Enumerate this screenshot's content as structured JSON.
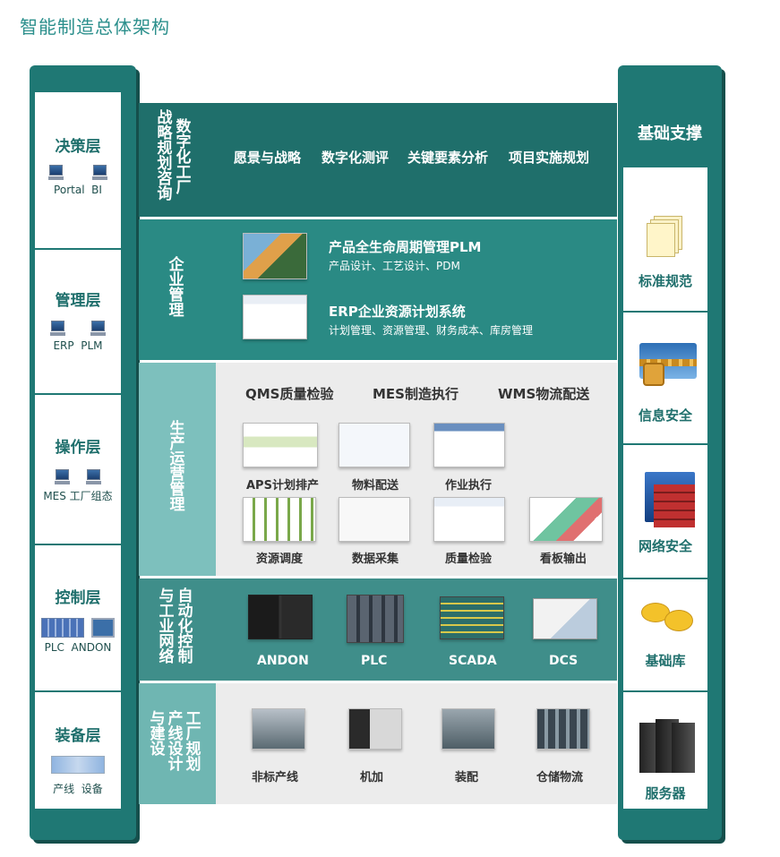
{
  "title": "智能制造总体架构",
  "left_layers": [
    {
      "title": "决策层",
      "sub": "Portal  BI"
    },
    {
      "title": "管理层",
      "sub": "ERP  PLM"
    },
    {
      "title": "操作层",
      "sub": "MES 工厂组态"
    },
    {
      "title": "控制层",
      "sub": "PLC  ANDON"
    },
    {
      "title": "装备层",
      "sub": "产线  设备"
    }
  ],
  "right": {
    "title": "基础支撑",
    "items": [
      "标准规范",
      "信息安全",
      "网络安全",
      "基础库",
      "服务器"
    ]
  },
  "rows": {
    "strategy": {
      "label_col1": "战略规划咨询",
      "label_col2": "数字化工厂",
      "items": [
        "愿景与战略",
        "数字化测评",
        "关键要素分析",
        "项目实施规划"
      ]
    },
    "enterprise": {
      "label": "企业管理",
      "plm_title": "产品全生命周期管理PLM",
      "plm_sub": "产品设计、工艺设计、PDM",
      "erp_title": "ERP企业资源计划系统",
      "erp_sub": "计划管理、资源管理、财务成本、库房管理"
    },
    "production": {
      "label": "生产运营管理",
      "headers": [
        "QMS质量检验",
        "MES制造执行",
        "WMS物流配送"
      ],
      "row1": [
        "APS计划排产",
        "物料配送",
        "作业执行"
      ],
      "row2": [
        "资源调度",
        "数据采集",
        "质量检验",
        "看板输出"
      ]
    },
    "control": {
      "label_col1": "与工业网络",
      "label_col2": "自动化控制",
      "items": [
        "ANDON",
        "PLC",
        "SCADA",
        "DCS"
      ]
    },
    "equipment": {
      "label_col1": "与建设",
      "label_col2": "产线设计",
      "label_col3": "工厂规划",
      "items": [
        "非标产线",
        "机加",
        "装配",
        "仓储物流"
      ]
    }
  },
  "colors": {
    "dark_teal": "#1f7874",
    "teal": "#2a8a84",
    "light_teal": "#7dc0bd",
    "light_gray": "#ececec",
    "accent_title": "#2b8f8c"
  }
}
